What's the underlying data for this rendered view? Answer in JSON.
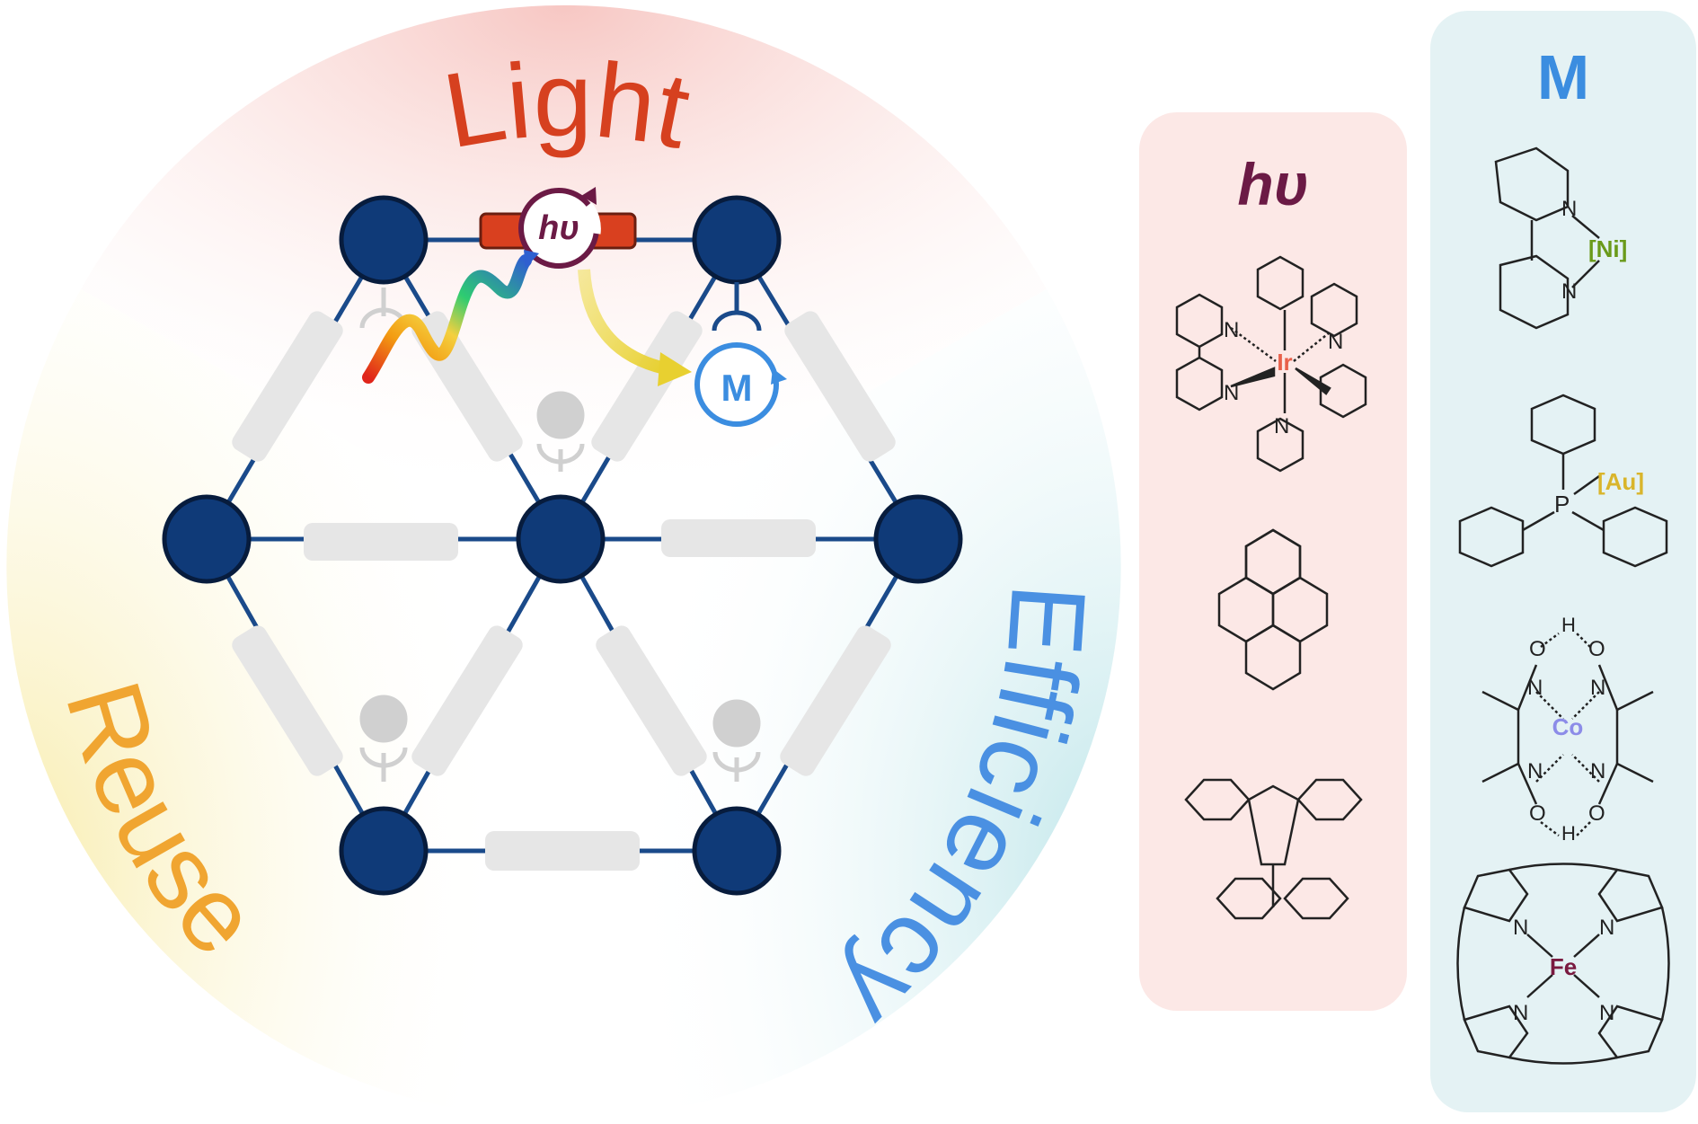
{
  "wheel": {
    "segments": [
      {
        "label": "Light",
        "color": "#d6401f"
      },
      {
        "label": "Efficiency",
        "color": "#4a90e2"
      },
      {
        "label": "Reuse",
        "color": "#f0a531"
      }
    ]
  },
  "framework": {
    "photo_label": "hυ",
    "metal_label": "M",
    "node_color": "#0f3a78",
    "linker_color": "#e6e6e6",
    "photo_color": "#6b1a45",
    "metal_color": "#3b8de0",
    "arrow_color": "#e8d44a"
  },
  "panels": {
    "photo": {
      "title": "hυ",
      "title_color": "#6b1a45",
      "bg": "#fce8e6",
      "ir_complex": {
        "metal": "Ir",
        "n": "N",
        "metal_color": "#e8604a"
      },
      "pyrene": {},
      "spirobifluorene": {}
    },
    "metal": {
      "title": "M",
      "title_color": "#3b8de0",
      "bg": "#e4f2f4",
      "ni_complex": {
        "metal": "[Ni]",
        "n": "N",
        "metal_color": "#6a9a1a"
      },
      "au_complex": {
        "metal": "[Au]",
        "p": "P",
        "metal_color": "#d9b52b"
      },
      "co_complex": {
        "metal": "Co",
        "n": "N",
        "o": "O",
        "h": "H",
        "metal_color": "#8c8ce8"
      },
      "fe_complex": {
        "metal": "Fe",
        "n": "N",
        "metal_color": "#7a1a40"
      }
    }
  }
}
